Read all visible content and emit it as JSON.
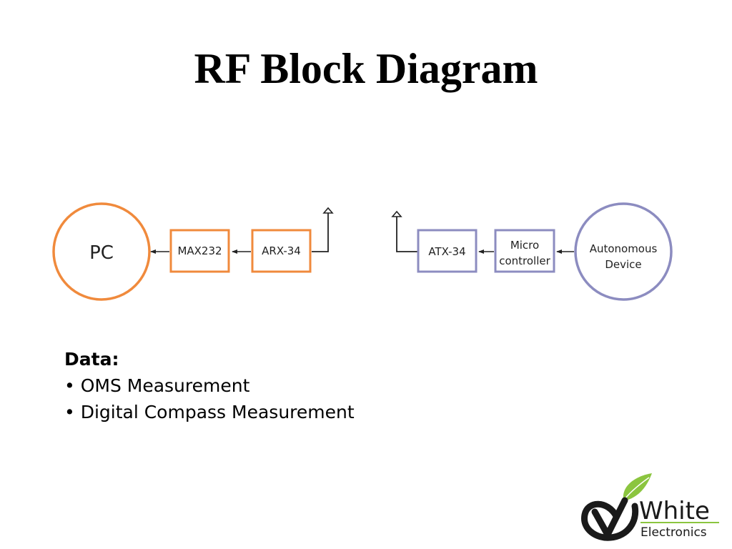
{
  "slide": {
    "title": "RF Block Diagram"
  },
  "colors": {
    "left_chain": "#F08A3C",
    "right_chain": "#8C8CC0",
    "arrow": "#222222",
    "logo_green": "#8BC53F",
    "logo_dark": "#1A1A1A"
  },
  "diagram": {
    "left": {
      "pc": "PC",
      "max232": "MAX232",
      "arx": "ARX-34"
    },
    "right": {
      "atx": "ATX-34",
      "micro_line1": "Micro",
      "micro_line2": "controller",
      "device_line1": "Autonomous",
      "device_line2": "Device"
    }
  },
  "data_section": {
    "heading": "Data:",
    "items": [
      "OMS Measurement",
      "Digital Compass Measurement"
    ]
  },
  "logo": {
    "line1": "White",
    "line2": "Electronics",
    "icon": "leaf-v-logo-icon"
  }
}
